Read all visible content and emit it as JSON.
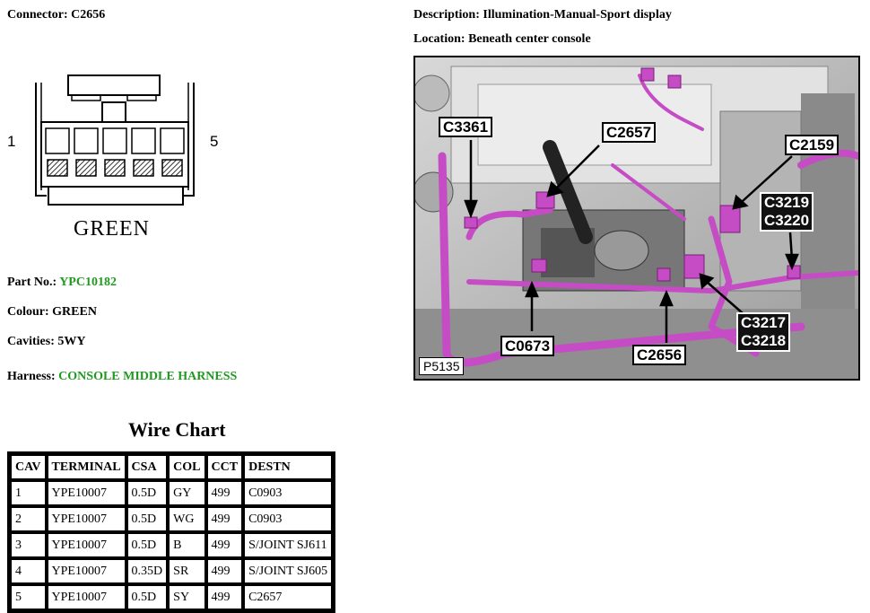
{
  "connector": {
    "label": "Connector:",
    "value": "C2656",
    "pin_first": "1",
    "pin_last": "5",
    "body_colour": "GREEN"
  },
  "description": {
    "label": "Description:",
    "value": "Illumination-Manual-Sport display"
  },
  "location": {
    "label": "Location:",
    "value": "Beneath center console"
  },
  "part_no": {
    "label": "Part No.:",
    "value": "YPC10182"
  },
  "colour": {
    "label": "Colour:",
    "value": "GREEN"
  },
  "cavities": {
    "label": "Cavities:",
    "value": "5WY"
  },
  "harness": {
    "label": "Harness:",
    "value": "CONSOLE MIDDLE HARNESS"
  },
  "wire_chart": {
    "title": "Wire Chart",
    "headers": [
      "CAV",
      "TERMINAL",
      "CSA",
      "COL",
      "CCT",
      "DESTN"
    ],
    "rows": [
      [
        "1",
        "YPE10007",
        "0.5D",
        "GY",
        "499",
        "C0903"
      ],
      [
        "2",
        "YPE10007",
        "0.5D",
        "WG",
        "499",
        "C0903"
      ],
      [
        "3",
        "YPE10007",
        "0.5D",
        "B",
        "499",
        "S/JOINT SJ611"
      ],
      [
        "4",
        "YPE10007",
        "0.35D",
        "SR",
        "499",
        "S/JOINT SJ605"
      ],
      [
        "5",
        "YPE10007",
        "0.5D",
        "SY",
        "499",
        "C2657"
      ]
    ]
  },
  "photo": {
    "tag": "P5135",
    "callouts": {
      "c3361": "C3361",
      "c2657": "C2657",
      "c2159": "C2159",
      "c3219": "C3219",
      "c3220": "C3220",
      "c3217": "C3217",
      "c3218": "C3218",
      "c0673": "C0673",
      "c2656": "C2656"
    }
  },
  "colors": {
    "accent_green": "#1f9a1f",
    "harness_magenta": "#c64cc6"
  }
}
